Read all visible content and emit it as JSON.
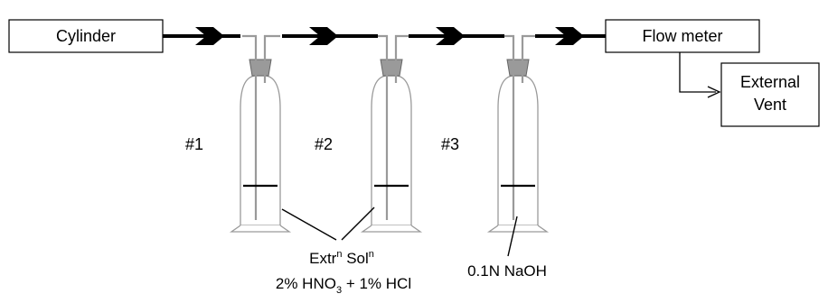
{
  "title": "",
  "boxes": {
    "source": "Cylinder",
    "meter": "Flow meter",
    "vent_line1": "External",
    "vent_line2": "Vent"
  },
  "bottles": [
    {
      "label": "#1"
    },
    {
      "label": "#2"
    },
    {
      "label": "#3"
    }
  ],
  "annotations": {
    "extraction_base1": "Extr",
    "extraction_sup1": "n",
    "extraction_base2": " Sol",
    "extraction_sup2": "n",
    "acid_part1": "2% HNO",
    "acid_sub": "3",
    "acid_part2": " + 1% HCl",
    "base_solution": "0.1N NaOH"
  },
  "colors": {
    "line": "#000000",
    "stopper": "#9a9a9a",
    "glass": "#9a9a9a",
    "background": "#ffffff"
  }
}
